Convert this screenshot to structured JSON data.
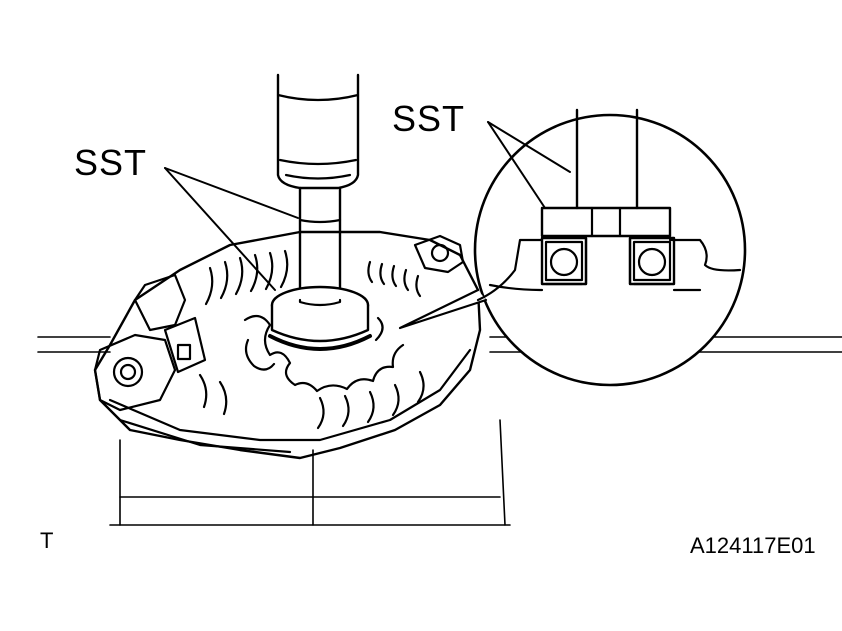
{
  "labels": {
    "sst_left": "SST",
    "sst_right": "SST",
    "corner": "T",
    "figure_id": "A124117E01"
  },
  "colors": {
    "line": "#000000",
    "background": "#ffffff"
  }
}
